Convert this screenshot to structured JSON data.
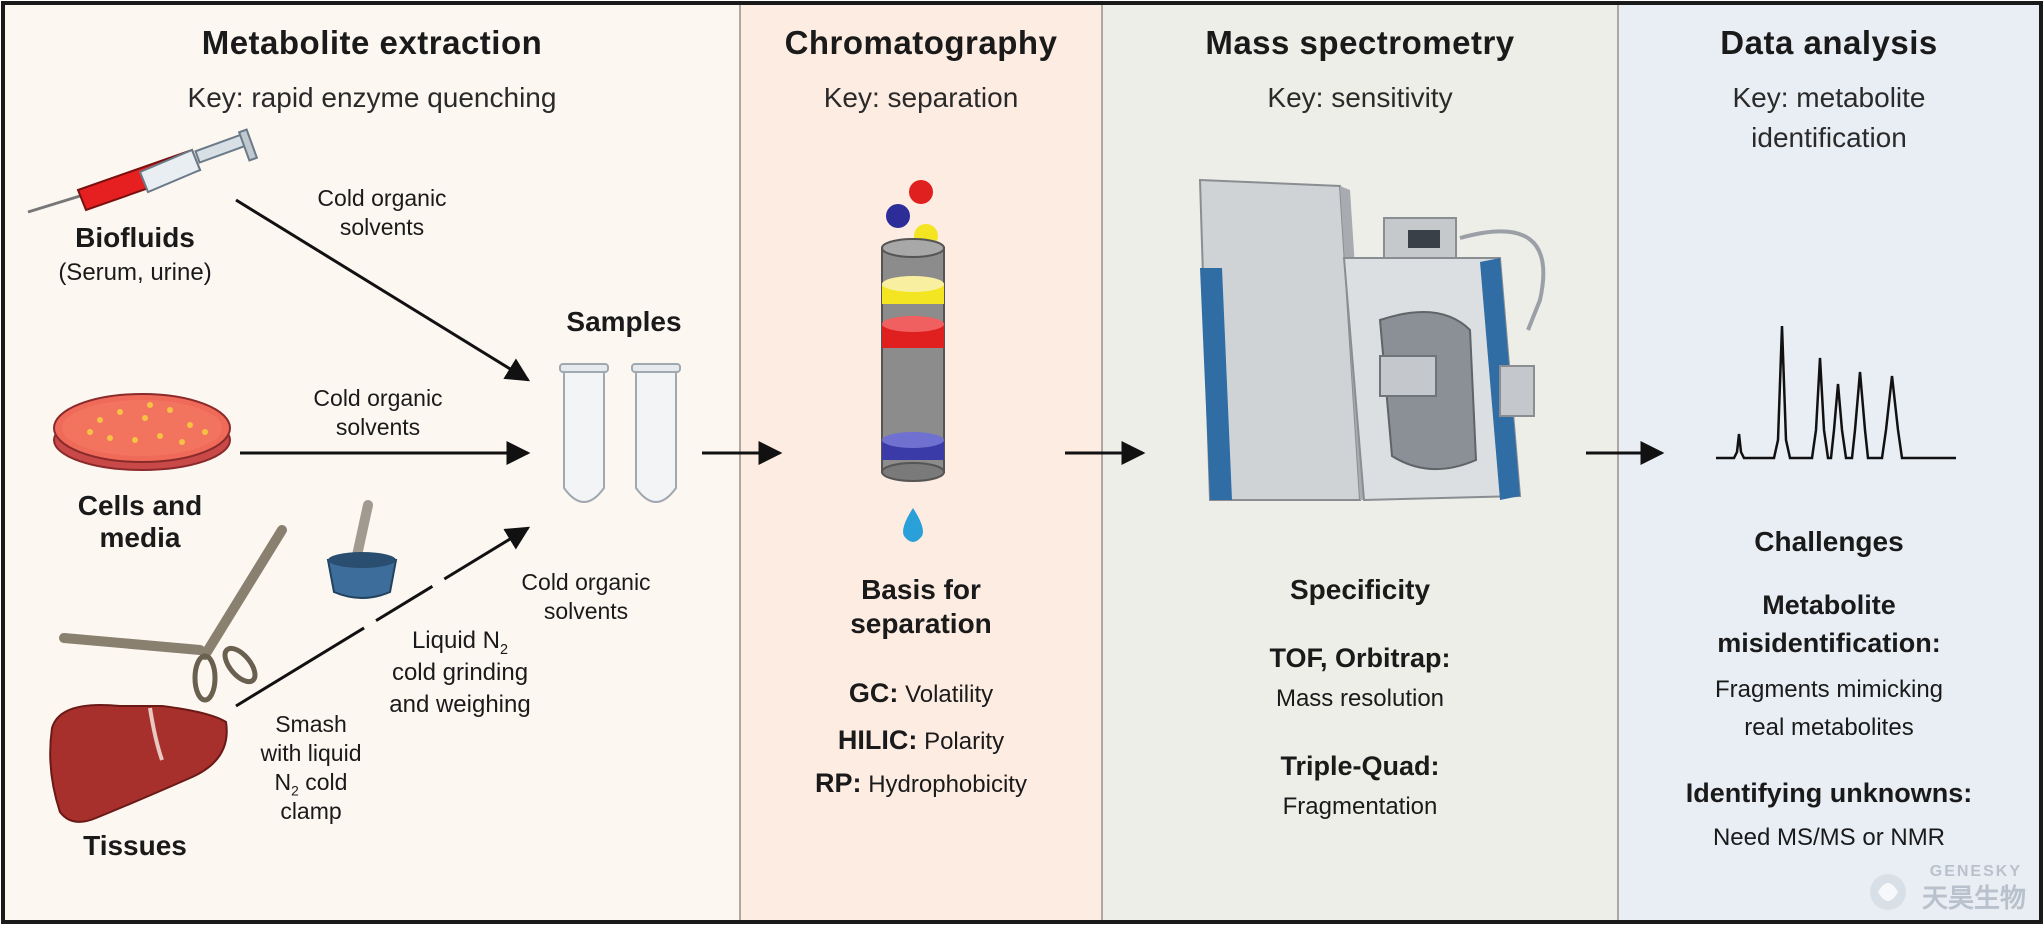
{
  "panels": [
    {
      "title": "Metabolite extraction",
      "key": "Key: rapid enzyme quenching",
      "bg": "#fdf7f2"
    },
    {
      "title": "Chromatography",
      "key": "Key: separation",
      "bg": "#fdece2"
    },
    {
      "title": "Mass spectrometry",
      "key": "Key: sensitivity",
      "bg": "#eeeee8"
    },
    {
      "title": "Data analysis",
      "key": "Key: metabolite identification",
      "key_line1": "Key: metabolite",
      "key_line2": "identification",
      "bg": "#e9eef5"
    }
  ],
  "extraction": {
    "biofluids": {
      "name": "Biofluids",
      "sub": "(Serum, urine)"
    },
    "cells": {
      "line1": "Cells and",
      "line2": "media"
    },
    "tissues": "Tissues",
    "solvent1": {
      "line1": "Cold organic",
      "line2": "solvents"
    },
    "solvent2": {
      "line1": "Cold organic",
      "line2": "solvents"
    },
    "solvent3": {
      "line1": "Cold organic",
      "line2": "solvents"
    },
    "liquid_n2": {
      "line1_pre": "Liquid N",
      "sub": "2",
      "line2": "cold grinding",
      "line3": "and weighing"
    },
    "smash": {
      "line1": "Smash",
      "line2": "with liquid",
      "line3_pre": "N",
      "line3_sub": "2",
      "line3_post": " cold",
      "line4": "clamp"
    },
    "samples": "Samples"
  },
  "chromatography": {
    "basis_line1": "Basis for",
    "basis_line2": "separation",
    "items": [
      {
        "tag": "GC:",
        "value": "Volatility"
      },
      {
        "tag": "HILIC:",
        "value": "Polarity"
      },
      {
        "tag": "RP:",
        "value": "Hydrophobicity"
      }
    ]
  },
  "ms": {
    "specificity": "Specificity",
    "items": [
      {
        "tag": "TOF, Orbitrap:",
        "value": "Mass resolution"
      },
      {
        "tag": "Triple-Quad:",
        "value": "Fragmentation"
      }
    ]
  },
  "analysis": {
    "challenges": "Challenges",
    "c1_title_line1": "Metabolite",
    "c1_title_line2": "misidentification:",
    "c1_desc_line1": "Fragments mimicking",
    "c1_desc_line2": "real metabolites",
    "c2_title": "Identifying unknowns:",
    "c2_desc": "Need MS/MS or NMR"
  },
  "watermark": {
    "en": "GENESKY",
    "cn": "天昊生物"
  },
  "colors": {
    "blue_panel": "#2f6da4",
    "red": "#e0201e",
    "yellow": "#f4e522",
    "column_blue": "#3a3aa8"
  }
}
